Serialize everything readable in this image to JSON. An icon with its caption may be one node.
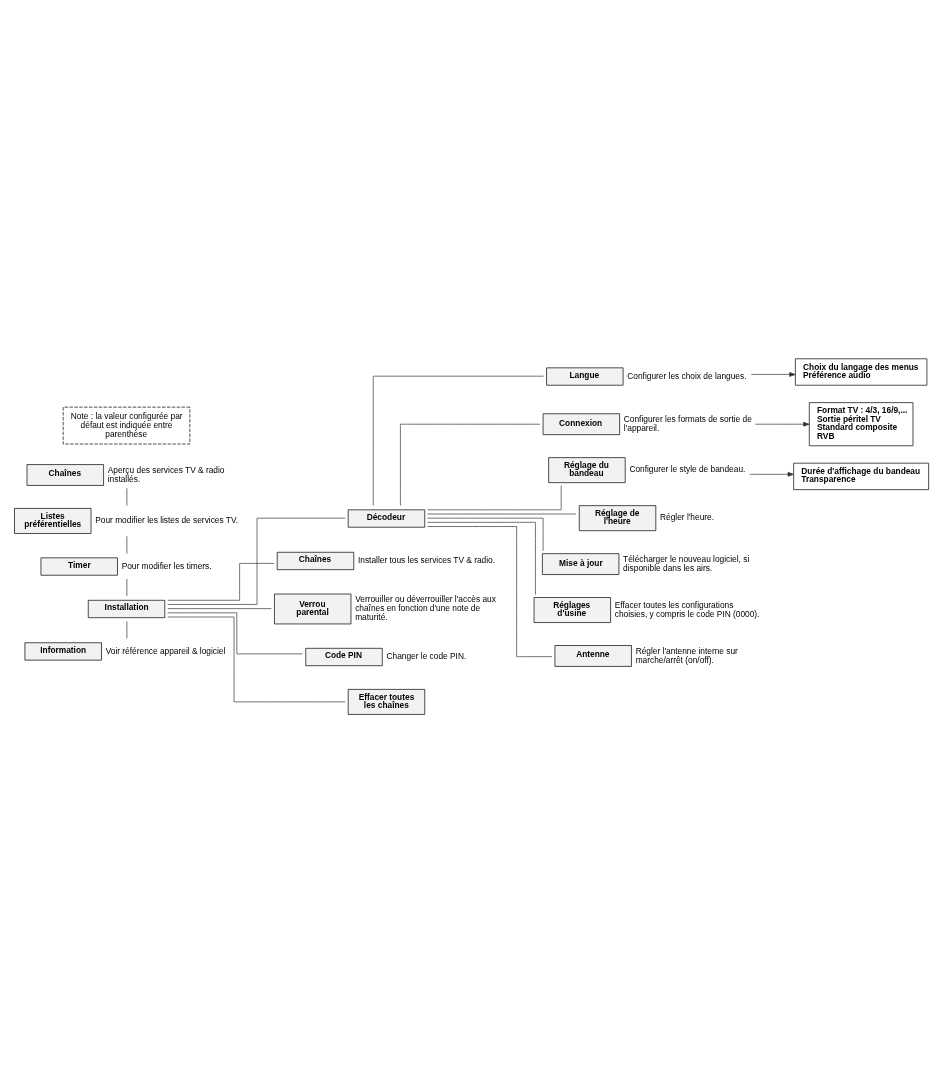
{
  "diagram": {
    "nodes": [
      {
        "text": [
          "Chaînes"
        ],
        "beside": [
          "Aperçu des services TV & radio installés."
        ]
      },
      {
        "text": [
          "Listes préférentielles"
        ],
        "beside": [
          "Pour modifier les listes de services TV."
        ]
      },
      {
        "text": [
          "Timer"
        ],
        "beside": [
          "Pour modifier les timers."
        ]
      },
      {
        "text": [
          "Installation"
        ]
      },
      {
        "text": [
          "Décodeur"
        ]
      },
      {
        "text": [
          "Langue"
        ],
        "beside": [
          "Configurer les choix de langues."
        ]
      },
      {
        "text": [
          "Connexion"
        ],
        "beside": [
          "Configurer les formats de sortie de l'appareil."
        ]
      },
      {
        "text": [
          "Réglage du bandeau"
        ],
        "beside": [
          "Configurer le style de bandeau."
        ]
      },
      {
        "text": [
          "Réglage de l'heure"
        ],
        "beside": [
          "Régler l'heure."
        ]
      },
      {
        "text": [
          "Mise à jour"
        ],
        "beside": [
          "Télécharger le nouveau logiciel, si disponible dans les airs."
        ]
      },
      {
        "text": [
          "Réglages d'usine"
        ],
        "beside": [
          "Effacer toutes les configurations choisies, y compris le code PIN (0000)."
        ]
      },
      {
        "text": [
          "Antenne"
        ],
        "beside": [
          "Régler l'antenne interne sur marche/arrêt (on/off)."
        ]
      },
      {
        "text": [
          "Chaînes"
        ],
        "beside": [
          "Installer tous les services TV & radio."
        ]
      },
      {
        "text": [
          "Verrou parental"
        ],
        "beside": [
          "Verrouiller ou déverrouiller l'accès aux chaînes en fonction d'une note de maturité."
        ]
      },
      {
        "text": [
          "Code PIN"
        ],
        "beside": [
          "Changer le code PIN."
        ]
      },
      {
        "text": [
          "Effacer toutes les chaînes"
        ]
      },
      {
        "text": [
          "Information"
        ],
        "beside": [
          "Voir référence appareil & logiciel"
        ]
      },
      {
        "text": [
          "Choix du langage des menus",
          "Préférence audio"
        ]
      },
      {
        "text": [
          "Format TV : 4/3, 16/9,...",
          "Sortie péritel TV",
          "Standard composite",
          "RVB"
        ]
      },
      {
        "text": [
          "Durée d'affichage du bandeau",
          "Transparence"
        ]
      },
      {
        "text": [
          "Note : la valeur configurée par défaut est indiquée entre parenthèse"
        ]
      }
    ],
    "edges": [
      {
        "from": 0,
        "to": 1,
        "arrow": "none"
      },
      {
        "from": 1,
        "to": 2,
        "arrow": "none"
      },
      {
        "from": 2,
        "to": 3,
        "arrow": "none"
      },
      {
        "from": 3,
        "to": 16,
        "arrow": "none"
      },
      {
        "from": 3,
        "to": 4,
        "arrow": "none"
      },
      {
        "from": 4,
        "to": 5,
        "arrow": "none"
      },
      {
        "from": 4,
        "to": 6,
        "arrow": "none"
      },
      {
        "from": 4,
        "to": 7,
        "arrow": "none"
      },
      {
        "from": 4,
        "to": 8,
        "arrow": "none"
      },
      {
        "from": 4,
        "to": 9,
        "arrow": "none"
      },
      {
        "from": 4,
        "to": 10,
        "arrow": "none"
      },
      {
        "from": 4,
        "to": 11,
        "arrow": "none"
      },
      {
        "from": 3,
        "to": 12,
        "arrow": "none"
      },
      {
        "from": 3,
        "to": 13,
        "arrow": "none"
      },
      {
        "from": 3,
        "to": 14,
        "arrow": "none"
      },
      {
        "from": 3,
        "to": 15,
        "arrow": "none"
      },
      {
        "from": 5,
        "to": 17,
        "arrow": "to"
      },
      {
        "from": 6,
        "to": 18,
        "arrow": "to"
      },
      {
        "from": 7,
        "to": 19,
        "arrow": "to"
      }
    ]
  }
}
